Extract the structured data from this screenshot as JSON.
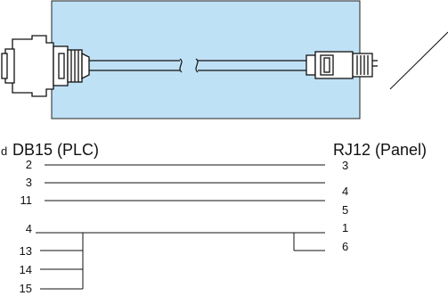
{
  "headers": {
    "left_prefix": "d",
    "left": "DB15 (PLC)",
    "right": "RJ12 (Panel)"
  },
  "wiring": {
    "left_pins": [
      "2",
      "3",
      "11",
      "4",
      "13",
      "14",
      "15"
    ],
    "right_pins": [
      "3",
      "4",
      "5",
      "1",
      "6"
    ]
  },
  "colors": {
    "panel_fill": "#bfe1f5",
    "line": "#111111"
  }
}
